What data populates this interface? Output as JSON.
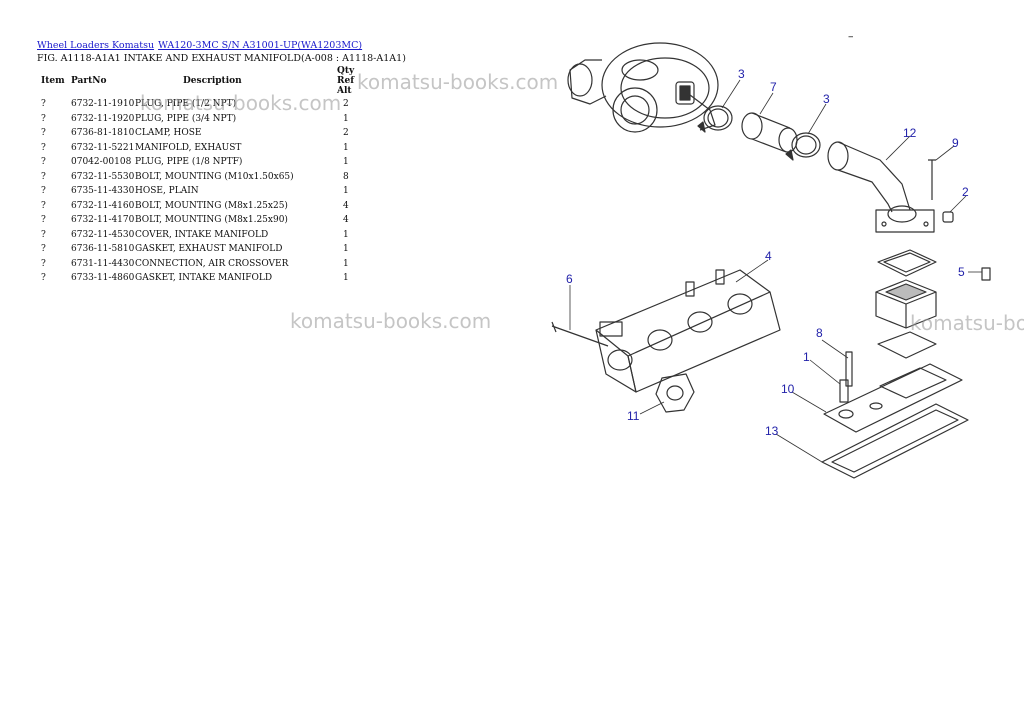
{
  "breadcrumb": {
    "link1": "Wheel Loaders Komatsu",
    "link2": "WA120-3MC S/N A31001-UP(WA1203MC)"
  },
  "fig_title": "FIG. A1118-A1A1 INTAKE AND EXHAUST MANIFOLD(A-008 : A1118-A1A1)",
  "corner_mark": "–",
  "table": {
    "headers": {
      "item": "Item",
      "part_no": "PartNo",
      "description": "Description",
      "qty_ref_alt": "Qty Ref Alt"
    },
    "rows": [
      {
        "item": "?",
        "part_no": "6732-11-1910",
        "description": "PLUG, PIPE (1/2 NPT)",
        "qty": "2"
      },
      {
        "item": "?",
        "part_no": "6732-11-1920",
        "description": "PLUG, PIPE (3/4 NPT)",
        "qty": "1"
      },
      {
        "item": "?",
        "part_no": "6736-81-1810",
        "description": "CLAMP, HOSE",
        "qty": "2"
      },
      {
        "item": "?",
        "part_no": "6732-11-5221",
        "description": "MANIFOLD, EXHAUST",
        "qty": "1"
      },
      {
        "item": "?",
        "part_no": "07042-00108",
        "description": "PLUG, PIPE (1/8 NPTF)",
        "qty": "1"
      },
      {
        "item": "?",
        "part_no": "6732-11-5530",
        "description": "BOLT, MOUNTING (M10x1.50x65)",
        "qty": "8"
      },
      {
        "item": "?",
        "part_no": "6735-11-4330",
        "description": "HOSE, PLAIN",
        "qty": "1"
      },
      {
        "item": "?",
        "part_no": "6732-11-4160",
        "description": "BOLT, MOUNTING (M8x1.25x25)",
        "qty": "4"
      },
      {
        "item": "?",
        "part_no": "6732-11-4170",
        "description": "BOLT, MOUNTING (M8x1.25x90)",
        "qty": "4"
      },
      {
        "item": "?",
        "part_no": "6732-11-4530",
        "description": "COVER, INTAKE MANIFOLD",
        "qty": "1"
      },
      {
        "item": "?",
        "part_no": "6736-11-5810",
        "description": "GASKET, EXHAUST MANIFOLD",
        "qty": "1"
      },
      {
        "item": "?",
        "part_no": "6731-11-4430",
        "description": "CONNECTION, AIR CROSSOVER",
        "qty": "1"
      },
      {
        "item": "?",
        "part_no": "6733-11-4860",
        "description": "GASKET, INTAKE MANIFOLD",
        "qty": "1"
      }
    ]
  },
  "watermarks": [
    "komatsu-books.com",
    "komatsu-books.com",
    "komatsu-books.com",
    "komatsu-bo"
  ],
  "callouts": [
    "3",
    "7",
    "3",
    "12",
    "9",
    "2",
    "4",
    "5",
    "6",
    "8",
    "1",
    "10",
    "11",
    "13"
  ],
  "colors": {
    "link": "#1a1acc",
    "callout": "#2222aa",
    "watermark": "#969696"
  }
}
